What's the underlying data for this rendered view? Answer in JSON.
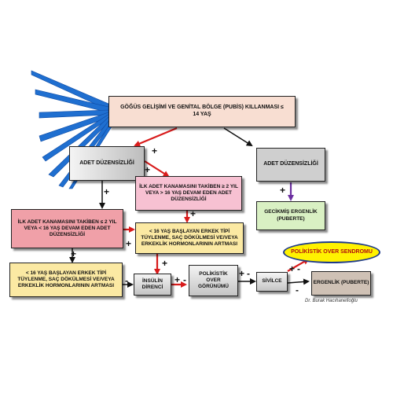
{
  "colors": {
    "top_box": "#f8ded2",
    "gray_box": "#cfcfcf",
    "pink_box": "#f7c1d2",
    "red_box": "#f0a0a8",
    "yellow_box": "#fbe9a3",
    "green_box": "#d9f0c3",
    "brown_box": "#cfc1b5",
    "oval_fill": "#fff200",
    "oval_border": "#1e3a8a",
    "arrow_red": "#d81b1b",
    "arrow_black": "#111111",
    "arrow_purple": "#6b2fa0",
    "sun_rays": "#1f6fd0"
  },
  "boxes": {
    "top": "GÖĞÜS GELİŞİMİ VE GENİTAL BÖLGE (PUBİS) KILLANMASI ≤ 14 YAŞ",
    "adet_left": "ADET DÜZENSİZLİĞİ",
    "adet_right": "ADET DÜZENSİZLİĞİ",
    "ilk_adet_pink": "İLK ADET KANAMASINI TAKİBEN ≥ 2 YIL VEYA > 16 YAŞ DEVAM EDEN ADET DÜZENSİZLİĞİ",
    "ilk_adet_red": "İLK ADET KANAMASINI TAKİBEN ≤ 2 YIL VEYA < 16 YAŞ DEVAM EDEN ADET DÜZENSİZLİĞİ",
    "male_hair_upper": "< 16 YAŞ BAŞLAYAN ERKEK TİPİ TÜYLENME, SAÇ DÖKÜLMESİ VE/VEYA ERKEKLİK HORMONLARININ ARTMASI",
    "male_hair_lower": "< 16 YAŞ BAŞLAYAN ERKEK TİPİ TÜYLENME, SAÇ DÖKÜLMESİ VE/VEYA ERKEKLİK HORMONLARININ ARTMASI",
    "gecikmis": "GECİKMİŞ ERGENLİK (PUBERTE)",
    "insulin": "İNSÜLİN DİRENCİ",
    "polikistik_gorunum": "POLİKİSTİK OVER GÖRÜNÜMÜ",
    "sivilce": "SİVİLCE",
    "ergenlik": "ERGENLİK (PUBERTE)",
    "sendrom": "POLİKİSTİK OVER SENDROMU"
  },
  "signs": {
    "plus": "+",
    "minus": "-"
  },
  "credit": "Dr. Burak Hacıhanefioğlu"
}
